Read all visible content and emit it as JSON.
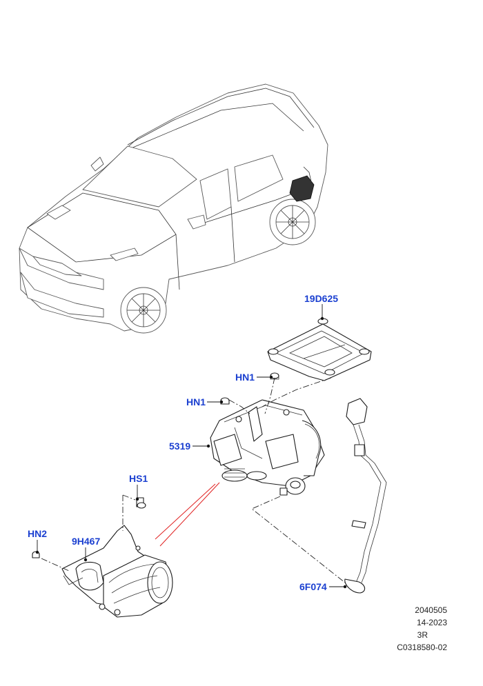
{
  "callouts": {
    "bracket": "19D625",
    "nut_upper": "HN1",
    "nut_lower": "HN1",
    "air_supply_unit": "5319",
    "bolt": "HS1",
    "nut_side": "HN2",
    "mount_bracket": "9H467",
    "hose": "6F074"
  },
  "footer": {
    "ref": "2040505",
    "date": "14-2023",
    "side": "3R",
    "code": "C0318580-02"
  },
  "colors": {
    "callout": "#1a3fd0",
    "highlight_line": "#e02020"
  }
}
